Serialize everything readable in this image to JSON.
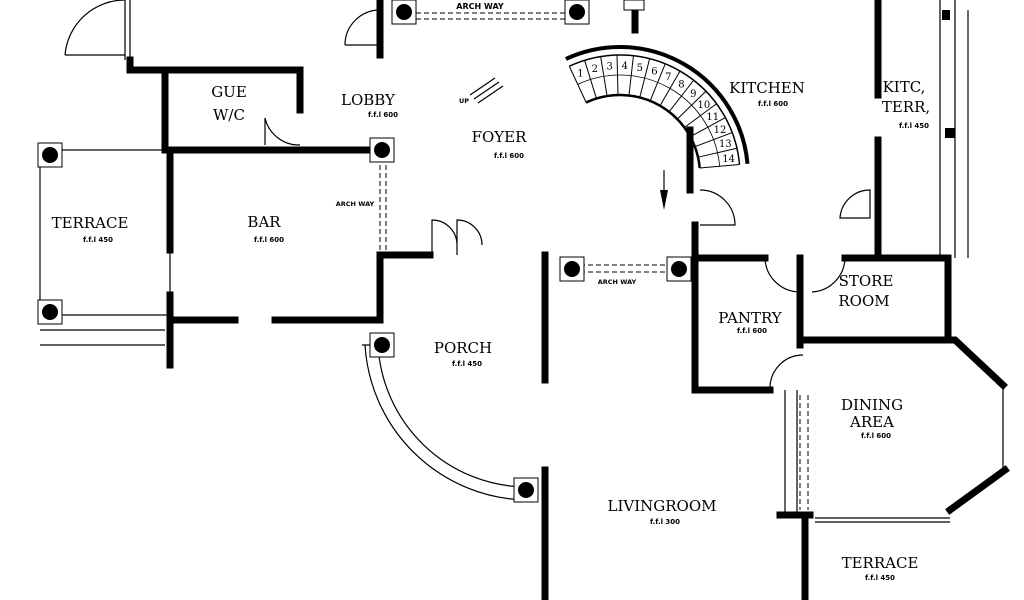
{
  "rooms": {
    "gue_wc": {
      "line1": "GUE",
      "line2": "W/C"
    },
    "lobby": {
      "name": "LOBBY",
      "ffl": "f.f.l 600"
    },
    "foyer": {
      "name": "FOYER",
      "ffl": "f.f.l 600"
    },
    "kitchen": {
      "name": "KITCHEN",
      "ffl": "f.f.l 600"
    },
    "kitc_terr": {
      "line1": "KITC,",
      "line2": "TERR,",
      "ffl": "f.f.l 450"
    },
    "terrace_west": {
      "name": "TERRACE",
      "ffl": "f.f.l 450"
    },
    "bar": {
      "name": "BAR",
      "ffl": "f.f.l 600"
    },
    "porch": {
      "name": "PORCH",
      "ffl": "f.f.l 450"
    },
    "pantry": {
      "name": "PANTRY",
      "ffl": "f.f.l 600"
    },
    "store_room": {
      "line1": "STORE",
      "line2": "ROOM"
    },
    "dining_area": {
      "line1": "DINING",
      "line2": "AREA",
      "ffl": "f.f.l 600"
    },
    "livingroom": {
      "name": "LIVINGROOM",
      "ffl": "f.f.l 300"
    },
    "terrace_south": {
      "name": "TERRACE",
      "ffl": "f.f.l 450"
    }
  },
  "annotations": {
    "arch_way_top": "ARCH WAY",
    "arch_way_bar": "ARCH WAY",
    "arch_way_living": "ARCH WAY",
    "up": "UP"
  },
  "stairs": {
    "steps": [
      "1",
      "2",
      "3",
      "4",
      "5",
      "6",
      "7",
      "8",
      "9",
      "10",
      "11",
      "12",
      "13",
      "14"
    ]
  }
}
